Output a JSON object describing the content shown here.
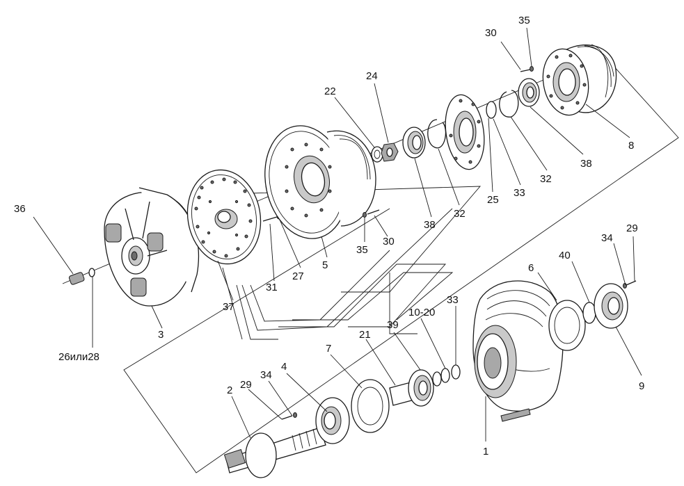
{
  "callouts": [
    {
      "id": "c1",
      "text": "1"
    },
    {
      "id": "c2",
      "text": "2"
    },
    {
      "id": "c3",
      "text": "3"
    },
    {
      "id": "c4",
      "text": "4"
    },
    {
      "id": "c5",
      "text": "5"
    },
    {
      "id": "c6",
      "text": "6"
    },
    {
      "id": "c7",
      "text": "7"
    },
    {
      "id": "c8",
      "text": "8"
    },
    {
      "id": "c9",
      "text": "9"
    },
    {
      "id": "c10_20",
      "text": "10-20"
    },
    {
      "id": "c21",
      "text": "21"
    },
    {
      "id": "c22",
      "text": "22"
    },
    {
      "id": "c24",
      "text": "24"
    },
    {
      "id": "c25",
      "text": "25"
    },
    {
      "id": "c26",
      "text": "26или28"
    },
    {
      "id": "c27",
      "text": "27"
    },
    {
      "id": "c29a",
      "text": "29"
    },
    {
      "id": "c29b",
      "text": "29"
    },
    {
      "id": "c30a",
      "text": "30"
    },
    {
      "id": "c30b",
      "text": "30"
    },
    {
      "id": "c31",
      "text": "31"
    },
    {
      "id": "c32a",
      "text": "32"
    },
    {
      "id": "c32b",
      "text": "32"
    },
    {
      "id": "c33a",
      "text": "33"
    },
    {
      "id": "c33b",
      "text": "33"
    },
    {
      "id": "c34a",
      "text": "34"
    },
    {
      "id": "c34b",
      "text": "34"
    },
    {
      "id": "c35a",
      "text": "35"
    },
    {
      "id": "c35b",
      "text": "35"
    },
    {
      "id": "c36",
      "text": "36"
    },
    {
      "id": "c37",
      "text": "37"
    },
    {
      "id": "c38a",
      "text": "38"
    },
    {
      "id": "c38b",
      "text": "38"
    },
    {
      "id": "c39",
      "text": "39"
    },
    {
      "id": "c40",
      "text": "40"
    }
  ]
}
